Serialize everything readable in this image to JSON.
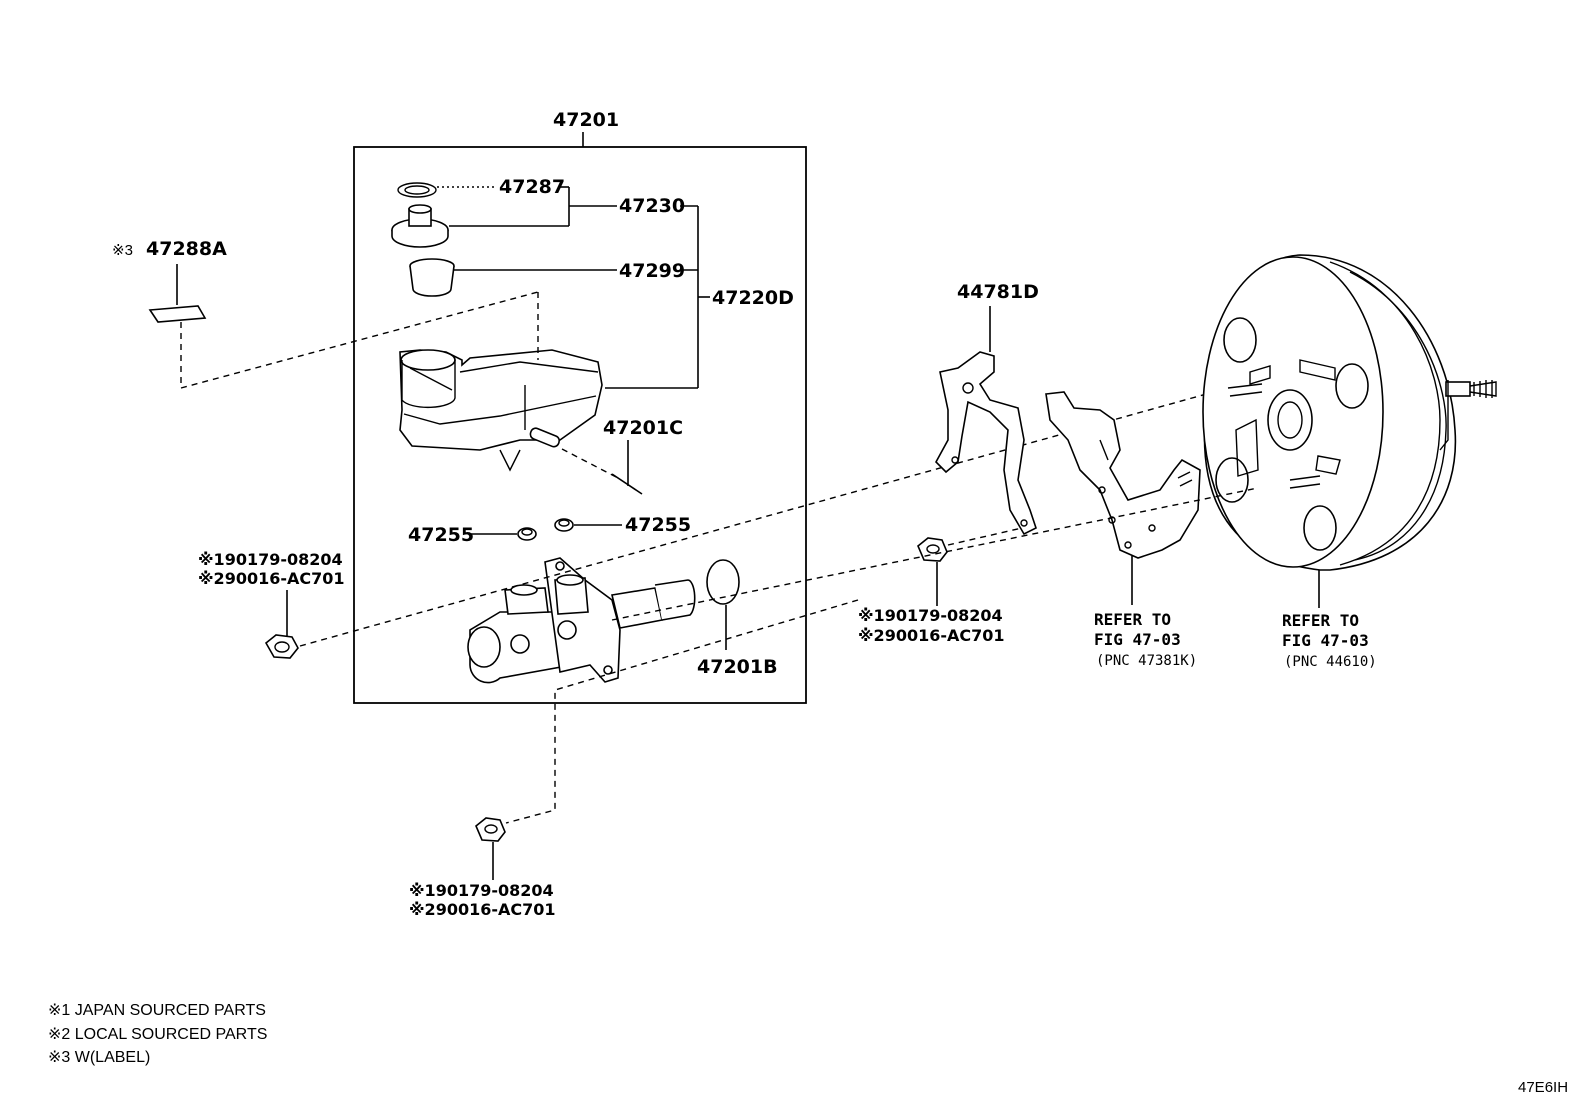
{
  "labels": {
    "assembly": "47201",
    "p47287": "47287",
    "p47230": "47230",
    "p47299": "47299",
    "p47220D": "47220D",
    "p47288A_mark": "※3",
    "p47288A": "47288A",
    "p47201C": "47201C",
    "p47255_left": "47255",
    "p47255_right": "47255",
    "p47201B": "47201B",
    "p44781D": "44781D"
  },
  "nut_left": {
    "line1": "※190179-08204",
    "line2": "※290016-AC701"
  },
  "nut_mid": {
    "line1": "※190179-08204",
    "line2": "※290016-AC701"
  },
  "nut_bottom": {
    "line1": "※190179-08204",
    "line2": "※290016-AC701"
  },
  "refer_bracket": {
    "line1": "REFER TO",
    "line2": "FIG 47-03",
    "line3": "(PNC 47381K)"
  },
  "refer_booster": {
    "line1": "REFER TO",
    "line2": "FIG 47-03",
    "line3": "(PNC 44610)"
  },
  "legend": [
    "※1 JAPAN SOURCED PARTS",
    "※2 LOCAL SOURCED PARTS",
    "※3 W(LABEL)"
  ],
  "figure_code": "47E6IH"
}
